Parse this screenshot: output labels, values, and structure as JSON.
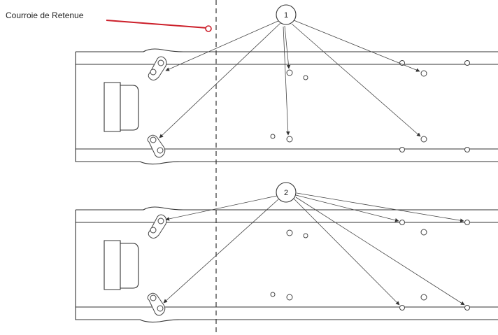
{
  "labels": {
    "strap": "Courroie de Retenue"
  },
  "callouts": [
    {
      "number": "1"
    },
    {
      "number": "2"
    }
  ],
  "colors": {
    "strap_line": "#cc1f2a",
    "drawing": "#333333",
    "background": "#ffffff"
  }
}
